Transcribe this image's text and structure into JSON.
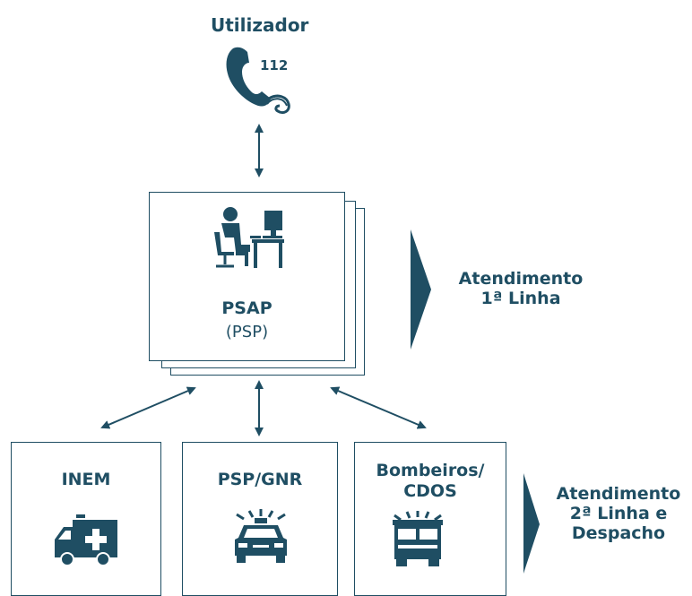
{
  "user": {
    "label": "Utilizador",
    "phone_number": "112",
    "icon": "telephone-icon"
  },
  "psap": {
    "title": "PSAP",
    "subtitle": "(PSP)",
    "icon": "operator-workstation-icon"
  },
  "first_line": {
    "line1": "Atendimento",
    "line2": "1ª Linha"
  },
  "second_line": {
    "line1": "Atendimento",
    "line2": "2ª Linha e",
    "line3": "Despacho"
  },
  "agencies": [
    {
      "label": "INEM",
      "icon": "ambulance-icon"
    },
    {
      "label": "PSP/GNR",
      "icon": "police-car-icon"
    },
    {
      "label_line1": "Bombeiros/",
      "label_line2": "CDOS",
      "icon": "fire-truck-icon"
    }
  ],
  "colors": {
    "primary": "#1f4e63",
    "background": "#ffffff"
  }
}
